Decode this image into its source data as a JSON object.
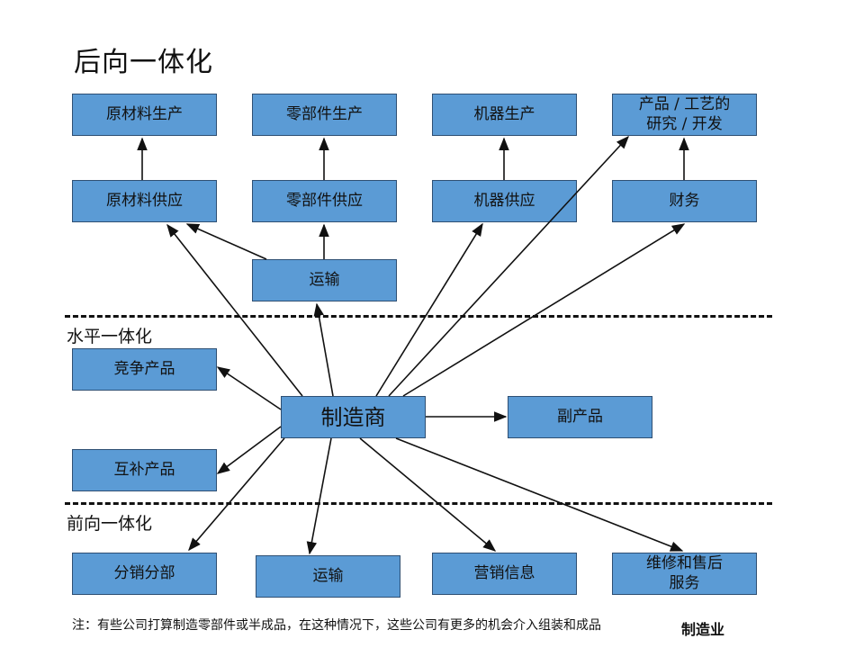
{
  "title": "后向一体化",
  "sections": {
    "horizontal": "水平一体化",
    "forward": "前向一体化"
  },
  "boxes": {
    "raw_production": "原材料生产",
    "parts_production": "零部件生产",
    "machine_production": "机器生产",
    "rd": "产品 / 工艺的\n研究 / 开发",
    "raw_supply": "原材料供应",
    "parts_supply": "零部件供应",
    "machine_supply": "机器供应",
    "finance": "财务",
    "transport_top": "运输",
    "competing": "竞争产品",
    "manufacturer": "制造商",
    "byproduct": "副产品",
    "complementary": "互补产品",
    "distribution": "分销分部",
    "transport_bottom": "运输",
    "marketing_info": "营销信息",
    "after_sales": "维修和售后\n服务"
  },
  "footnote": {
    "text": "注：有些公司打算制造零部件或半成品，在这种情况下，这些公司有更多的机会介入组装和成品",
    "tail": "制造业"
  }
}
